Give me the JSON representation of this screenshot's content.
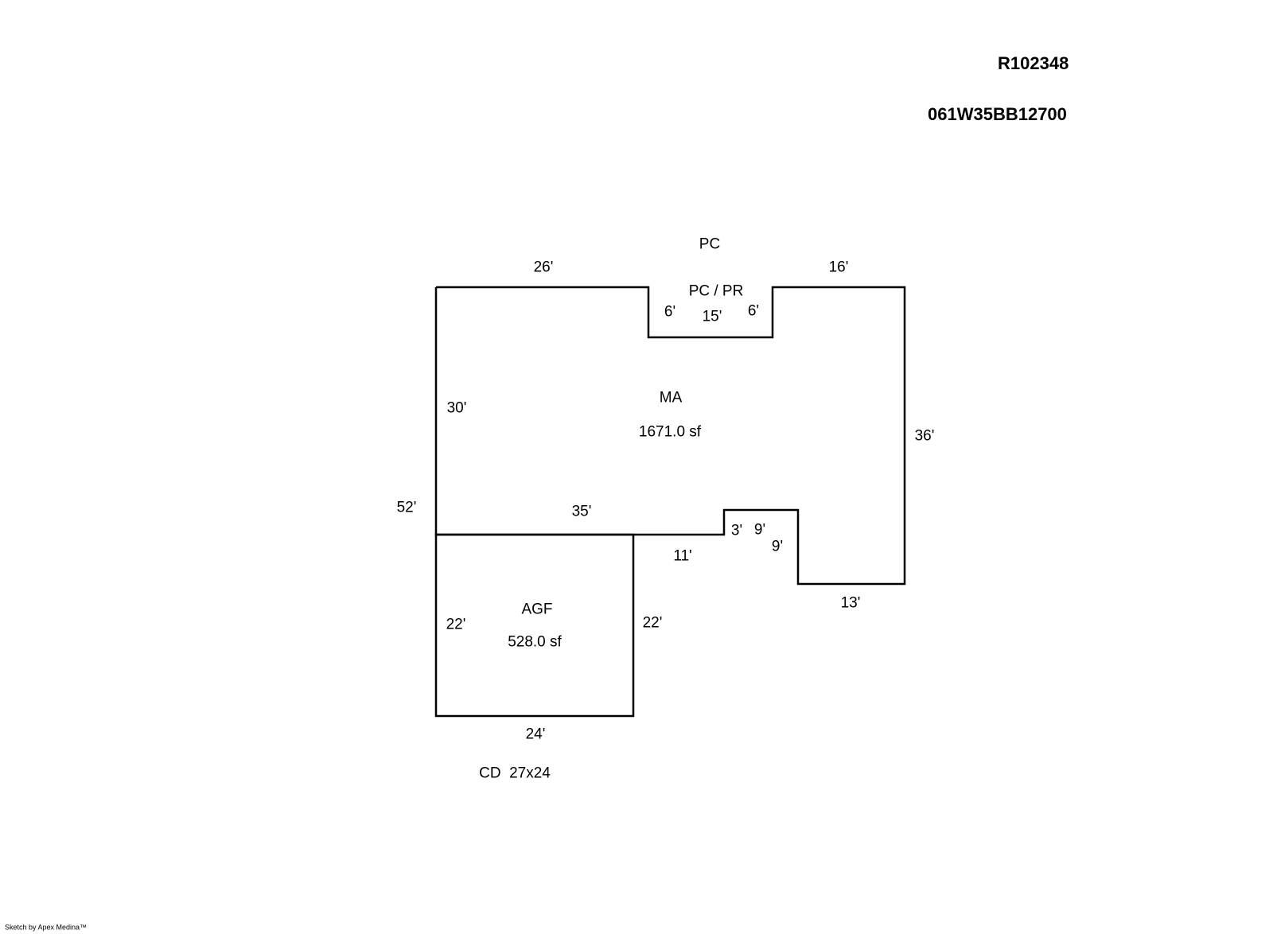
{
  "header": {
    "account_id": "R102348",
    "map_tax_lot": "061W35BB12700"
  },
  "sketch": {
    "areas": [
      {
        "code": "MA",
        "area": "1671.0 sf"
      },
      {
        "code": "AGF",
        "area": "528.0 sf"
      }
    ],
    "features": {
      "pc_label": "PC",
      "pc_pr_label": "PC / PR",
      "cd_label": "CD  27x24"
    },
    "dimensions": {
      "ma_top_left": "26'",
      "ma_top_right": "16'",
      "notch_left": "6'",
      "notch_bottom": "15'",
      "notch_right": "6'",
      "ma_left_upper": "30'",
      "ma_right": "36'",
      "overall_left": "52'",
      "ma_bottom_long": "35'",
      "ma_bottom_short": "11'",
      "step_left": "3'",
      "step_top": "9'",
      "step_right": "9'",
      "ma_bottom_right": "13'",
      "agf_left": "22'",
      "agf_right": "22'",
      "agf_bottom": "24'"
    }
  },
  "footer": {
    "credit": "Sketch by Apex Medina™"
  }
}
